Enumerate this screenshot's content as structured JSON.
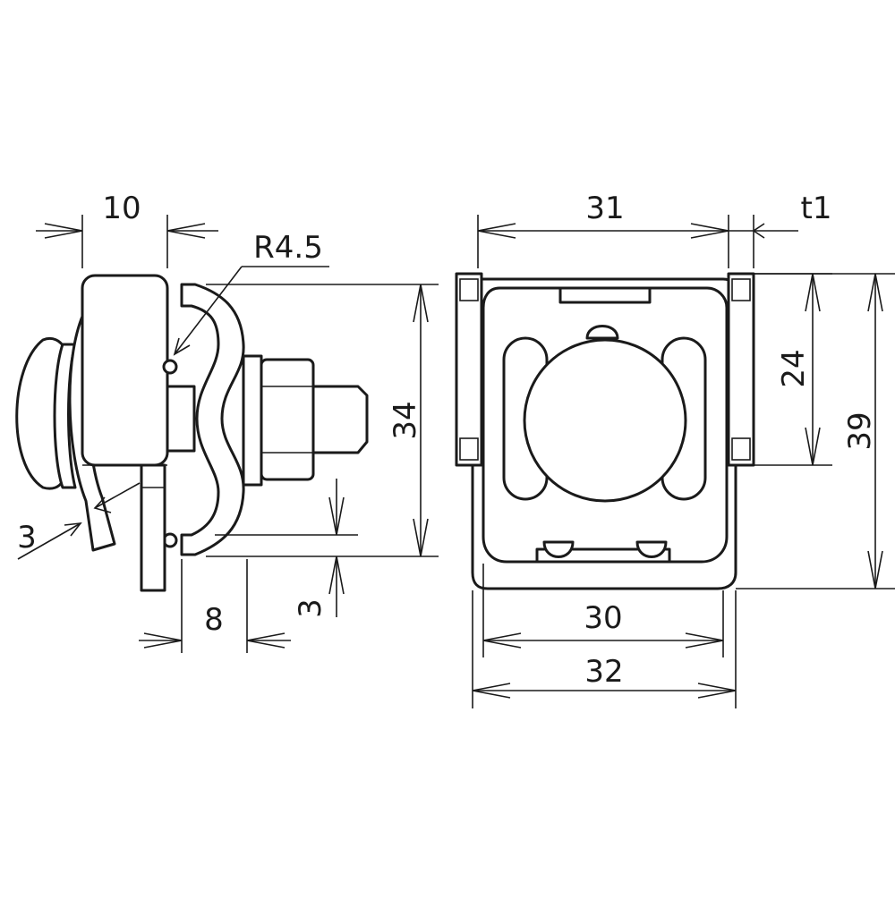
{
  "side_view": {
    "width_top": "10",
    "radius": "R4.5",
    "thickness_left": "3",
    "height_total": "34",
    "offset_bottom": "3",
    "width_bottom": "8"
  },
  "front_view": {
    "width_top": "31",
    "thickness": "t1",
    "slot_height": "24",
    "height_total": "39",
    "width_inner": "30",
    "width_outer": "32"
  }
}
